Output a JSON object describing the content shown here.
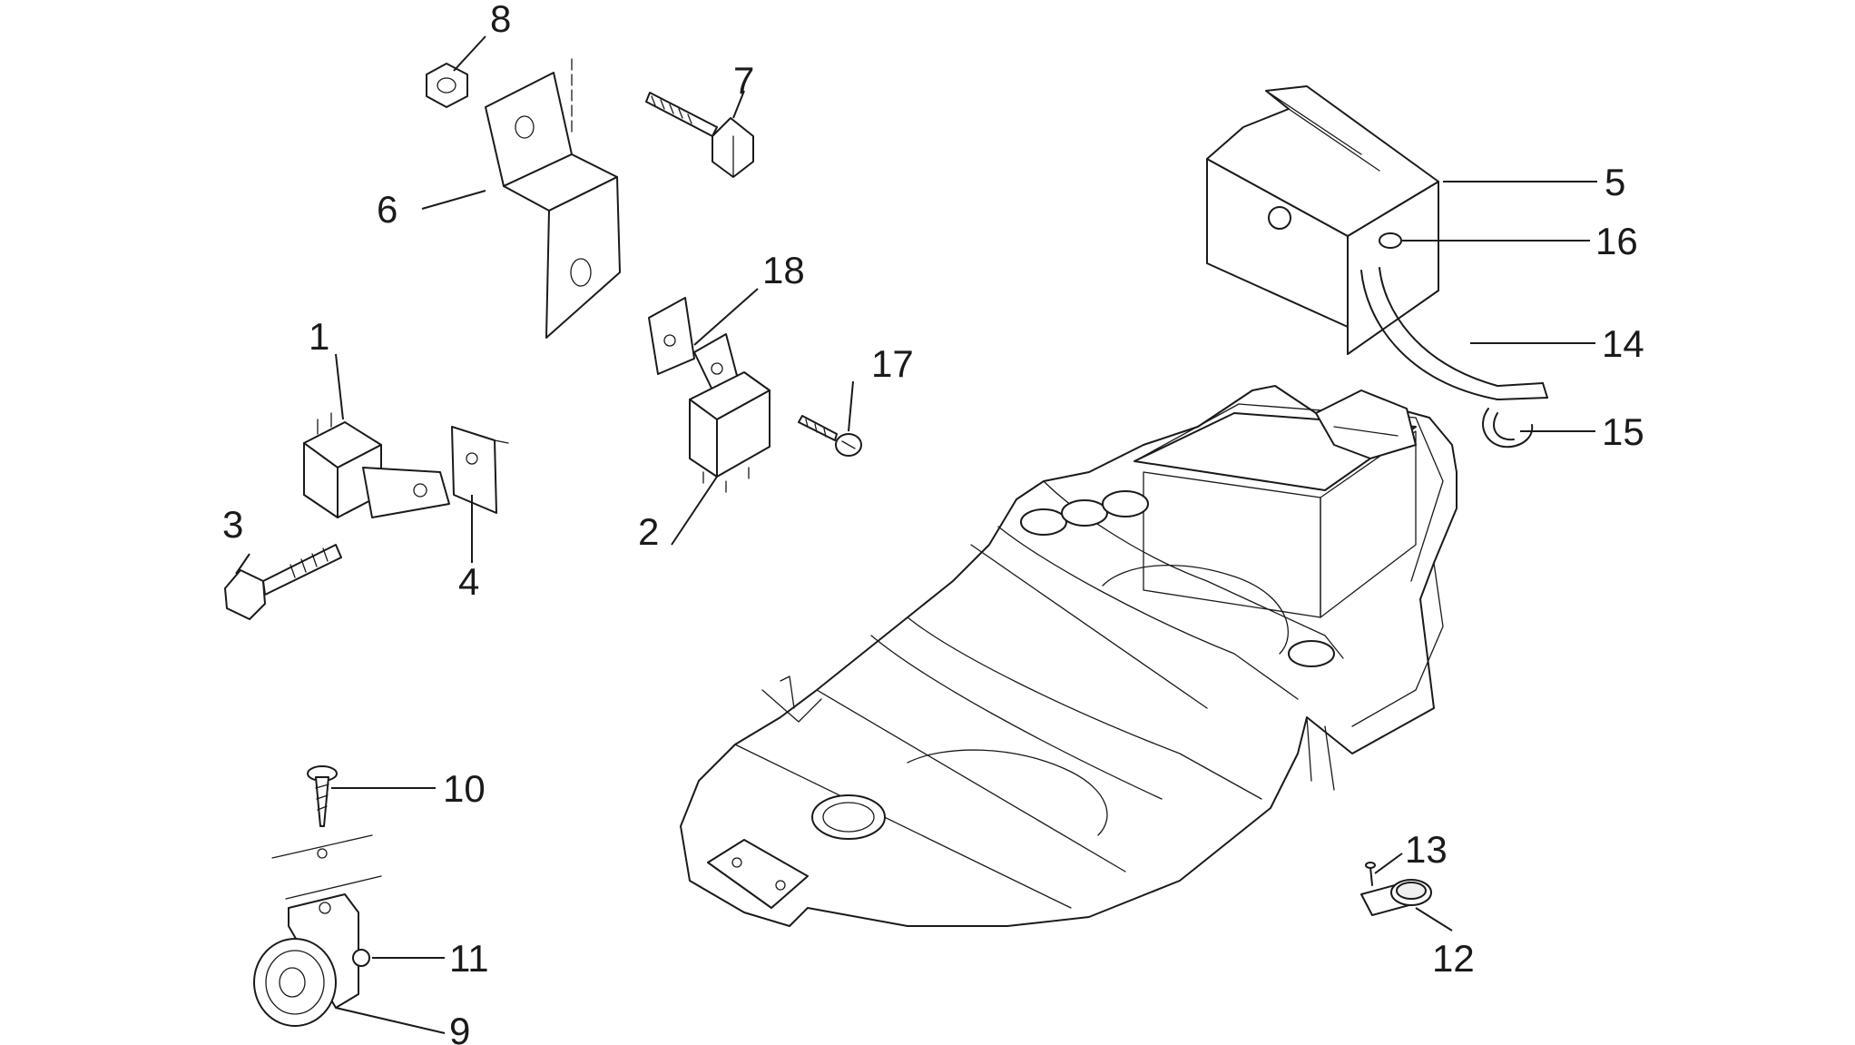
{
  "callouts": {
    "c1": "1",
    "c2": "2",
    "c3": "3",
    "c4": "4",
    "c5": "5",
    "c6": "6",
    "c7": "7",
    "c8": "8",
    "c9": "9",
    "c10": "10",
    "c11": "11",
    "c12": "12",
    "c13": "13",
    "c14": "14",
    "c15": "15",
    "c16": "16",
    "c17": "17",
    "c18": "18"
  },
  "colors": {
    "line": "#1a1a1a",
    "background": "#ffffff"
  }
}
